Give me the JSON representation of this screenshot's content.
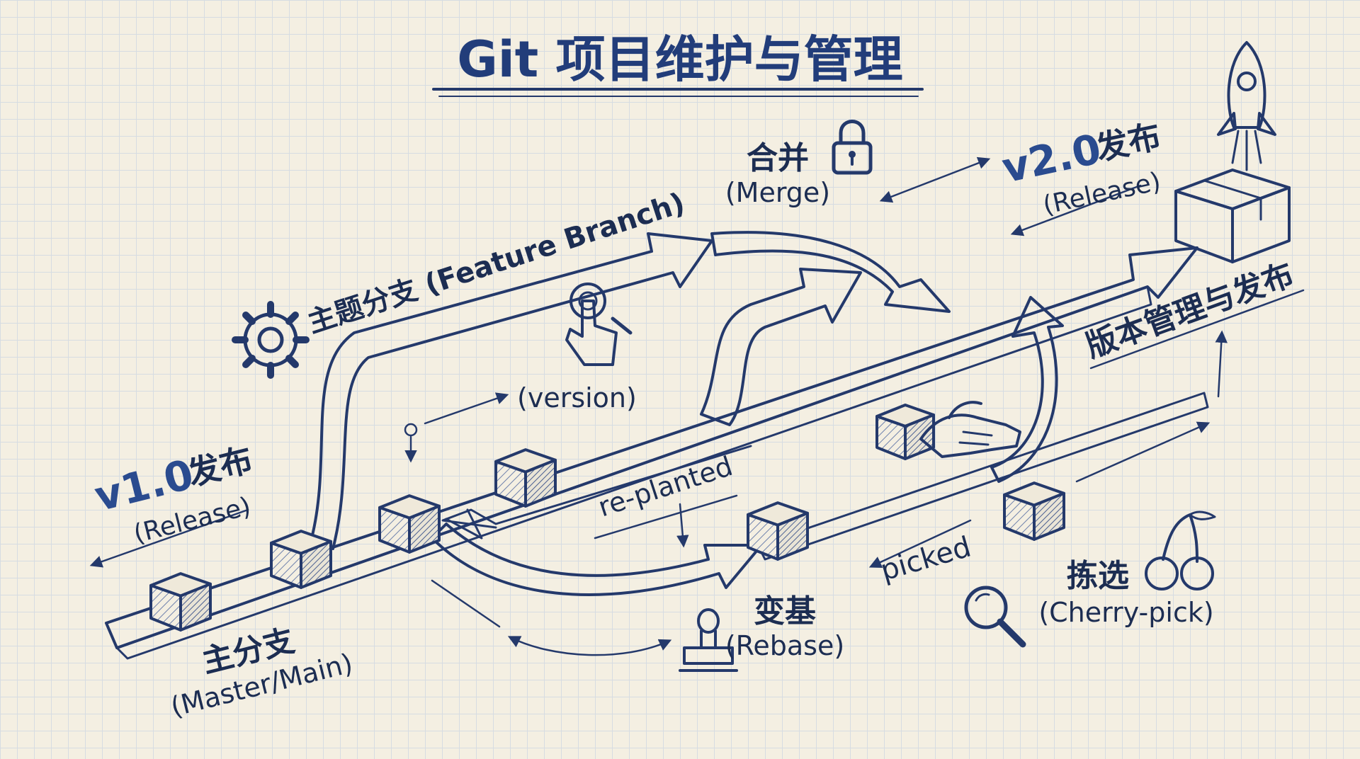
{
  "title": "Git 项目维护与管理",
  "labels": {
    "feature_branch": "主题分支 (Feature Branch)",
    "merge_cn": "合并",
    "merge_en": "(Merge)",
    "v2_version": "v2.0",
    "v2_cn": "发布",
    "v2_en": "(Release)",
    "version_mgmt": "版本管理与发布",
    "version": "(version)",
    "v1_version": "v1.0",
    "v1_cn": "发布",
    "v1_en": "(Release)",
    "re_planted": "re-planted",
    "picked": "picked",
    "cherry_cn": "拣选",
    "cherry_en": "(Cherry-pick)",
    "rebase_cn": "变基",
    "rebase_en": "(Rebase)",
    "main_cn": "主分支",
    "main_en": "(Master/Main)"
  },
  "icons": [
    "gear-icon",
    "lock-icon",
    "rocket-icon",
    "package-icon",
    "hand-pointer-icon",
    "hand-grab-icon",
    "stamp-icon",
    "magnifier-icon",
    "cherry-icon"
  ],
  "colors": {
    "ink": "#24396b",
    "title": "#223d7a",
    "paper": "#f4efe2",
    "grid": "#cdd6e3"
  }
}
